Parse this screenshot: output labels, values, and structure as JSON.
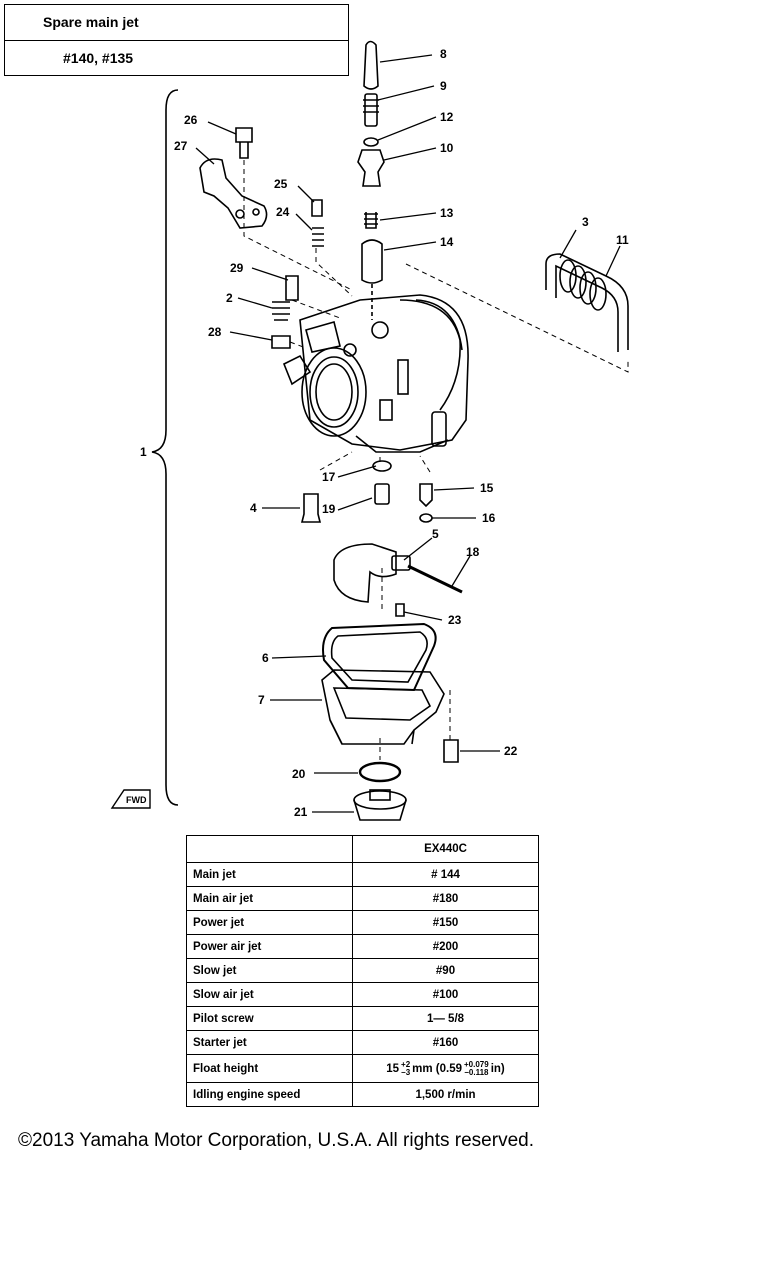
{
  "spare_jet": {
    "label": "Spare main jet",
    "values": "#140, #135"
  },
  "part_numbers": [
    "1",
    "2",
    "3",
    "4",
    "5",
    "6",
    "7",
    "8",
    "9",
    "10",
    "11",
    "12",
    "13",
    "14",
    "15",
    "16",
    "17",
    "18",
    "19",
    "20",
    "21",
    "22",
    "23",
    "24",
    "25",
    "26",
    "27",
    "28",
    "29"
  ],
  "fwd_label": "FWD",
  "spec_table": {
    "header": "EX440C",
    "rows": [
      {
        "label": "Main jet",
        "value": "# 144"
      },
      {
        "label": "Main air jet",
        "value": "#180"
      },
      {
        "label": "Power jet",
        "value": "#150"
      },
      {
        "label": "Power air jet",
        "value": "#200"
      },
      {
        "label": "Slow jet",
        "value": "#90"
      },
      {
        "label": "Slow air jet",
        "value": "#100"
      },
      {
        "label": "Pilot screw",
        "value": "1— 5/8"
      },
      {
        "label": "Starter jet",
        "value": "#160"
      }
    ],
    "float_height": {
      "label": "Float height",
      "base": "15",
      "tol_plus": "+2",
      "tol_minus": "−3",
      "unit": "mm (0.59",
      "in_plus": "+0.079",
      "in_minus": "−0.118",
      "in_unit": "in)"
    },
    "idle": {
      "label": "Idling engine speed",
      "value": "1,500 r/min"
    }
  },
  "copyright": "©2013 Yamaha Motor Corporation, U.S.A. All rights reserved."
}
